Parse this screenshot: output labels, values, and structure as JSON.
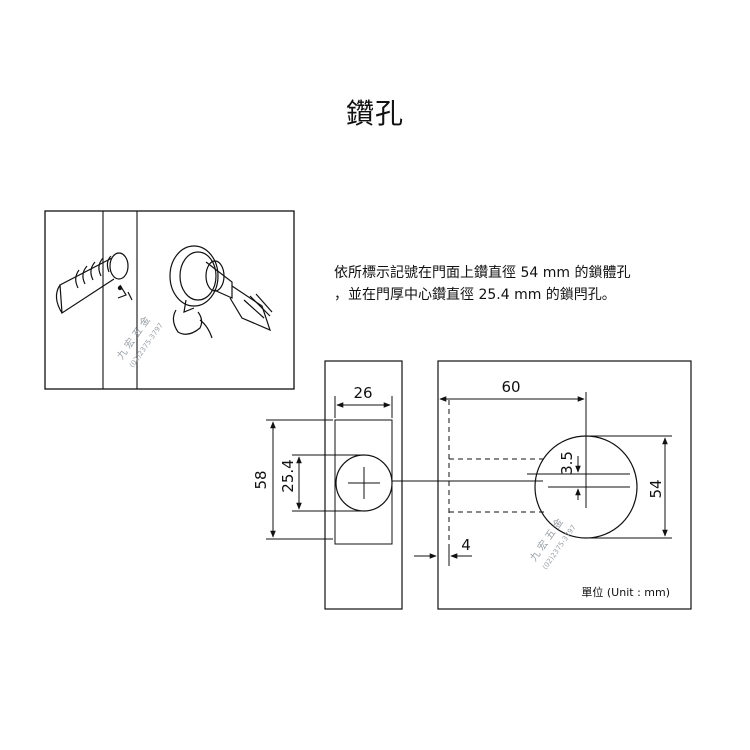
{
  "title": "鑽孔",
  "instructions": {
    "line1": "依所標示記號在門面上鑽直徑 54 mm 的鎖體孔",
    "line2": "，並在門厚中心鑽直徑 25.4 mm 的鎖閂孔。"
  },
  "edge_view": {
    "width_dim": "26",
    "height_dim": "58",
    "bore_dim": "25.4"
  },
  "face_view": {
    "backset_dim": "60",
    "offset_dim": "3.5",
    "bore_dim": "54",
    "depth_dim": "4"
  },
  "unit_label": "單位 (Unit : mm)",
  "watermark": {
    "brand": "九 宏 五 金",
    "phone": "(02)2375-3797"
  },
  "colors": {
    "line": "#111111",
    "watermark": "#9aa0a6"
  }
}
